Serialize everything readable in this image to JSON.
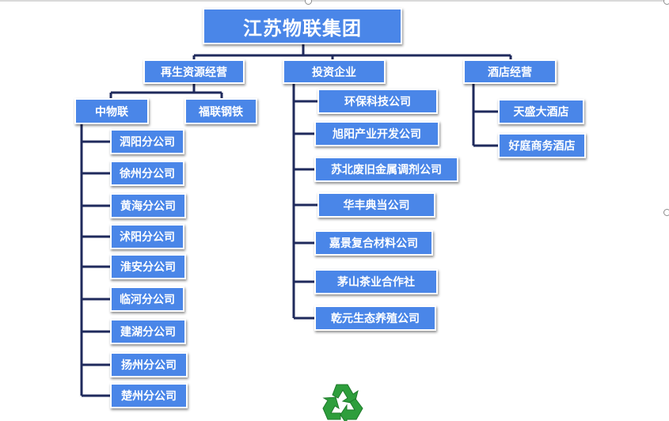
{
  "title": "江苏物联集团",
  "divisions": {
    "recycle": "再生资源经营",
    "invest": "投资企业",
    "hotel": "酒店经营"
  },
  "recycle_children": {
    "zhongwulian": "中物联",
    "fulian": "福联钢铁"
  },
  "branches": [
    "泗阳分公司",
    "徐州分公司",
    "黄海分公司",
    "沭阳分公司",
    "淮安分公司",
    "临河分公司",
    "建湖分公司",
    "扬州分公司",
    "楚州分公司"
  ],
  "invest_children": [
    "环保科技公司",
    "旭阳产业开发公司",
    "苏北废旧金属调剂公司",
    "华丰典当公司",
    "嘉景复合材料公司",
    "茅山茶业合作社",
    "乾元生态养殖公司"
  ],
  "hotel_children": [
    "天盛大酒店",
    "好庭商务酒店"
  ],
  "colors": {
    "box": "#4a86e8",
    "line": "#1f2a5c",
    "logo": "#2e9e3c"
  },
  "icons": {
    "logo": "recycle-icon"
  }
}
